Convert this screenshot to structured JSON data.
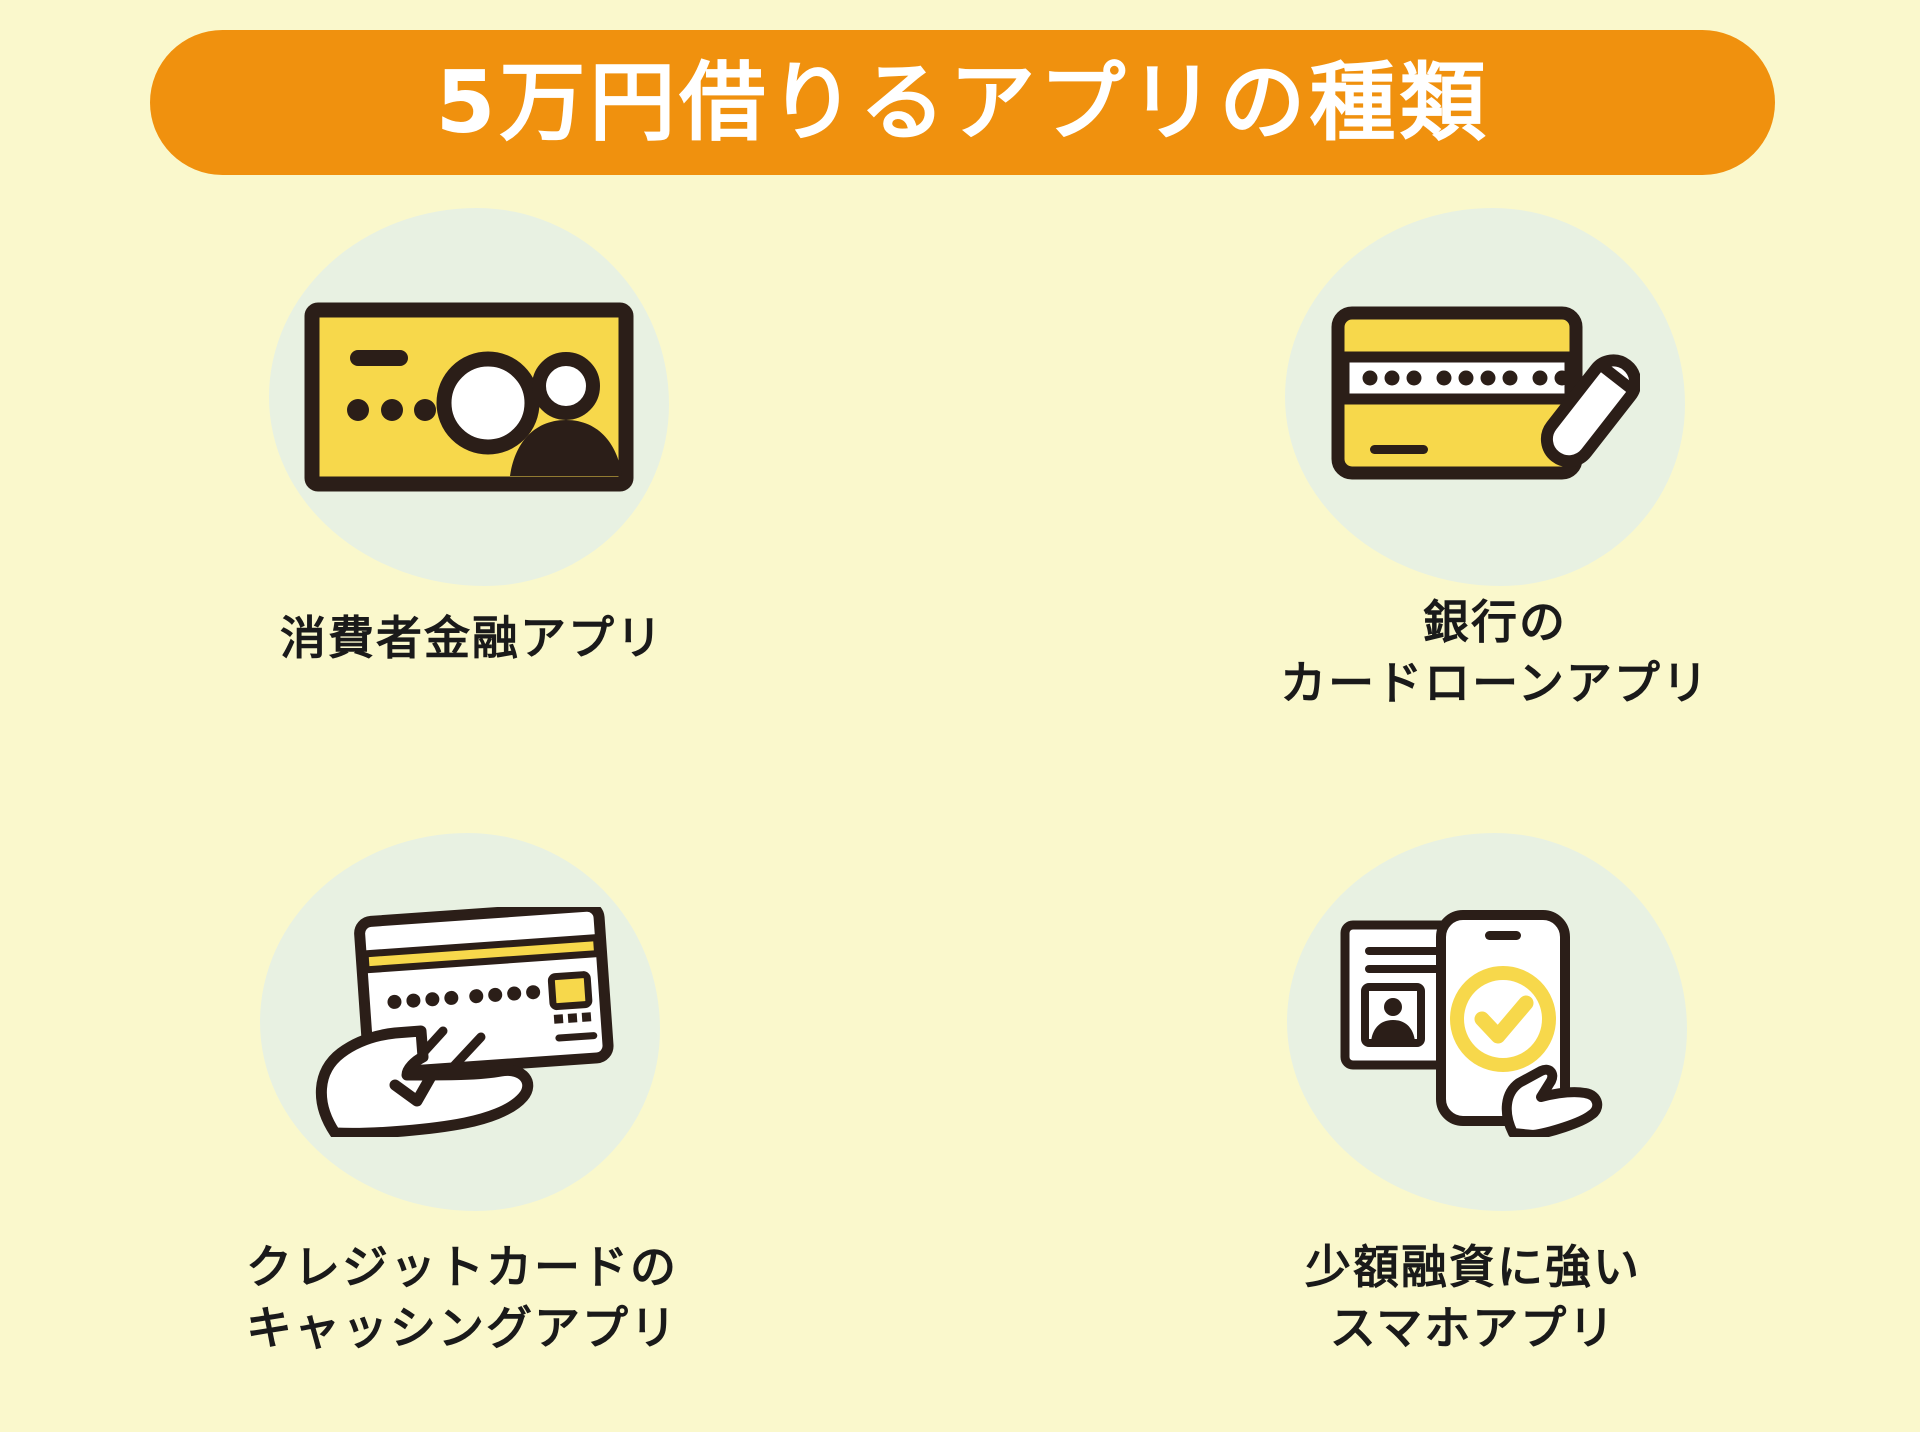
{
  "colors": {
    "background": "#FAF8CC",
    "banner": "#F0910E",
    "banner_text": "#FFFFFF",
    "blob": "#E8F1E2",
    "icon_yellow": "#F7D84B",
    "icon_outline": "#2B1E18",
    "icon_white": "#FFFFFF",
    "label_text": "#1A1A1A"
  },
  "header": {
    "title": "5万円借りるアプリの種類"
  },
  "cards": [
    {
      "id": "consumer-finance-app",
      "icon": "cash-machine-person-icon",
      "label": "消費者金融アプリ"
    },
    {
      "id": "bank-card-loan-app",
      "icon": "bank-card-pen-icon",
      "label": "銀行の\nカードローンアプリ"
    },
    {
      "id": "credit-card-cashing-app",
      "icon": "hand-holding-credit-card-icon",
      "label": "クレジットカードの\nキャッシングアプリ"
    },
    {
      "id": "small-loan-smartphone-app",
      "icon": "id-card-smartphone-check-icon",
      "label": "少額融資に強い\nスマホアプリ"
    }
  ]
}
